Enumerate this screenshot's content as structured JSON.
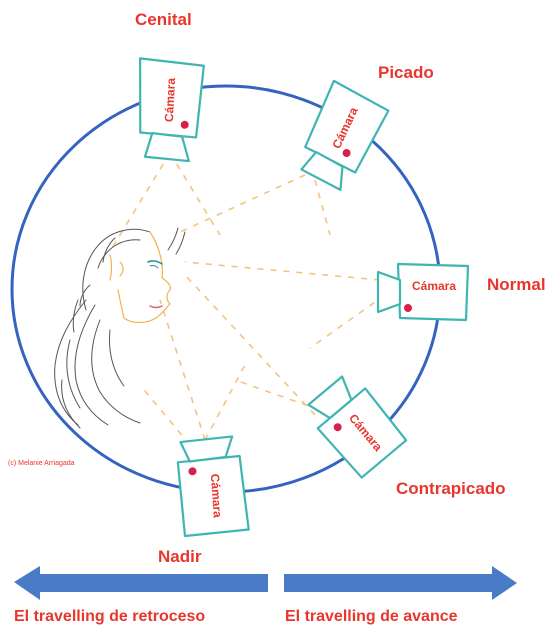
{
  "diagram": {
    "angles": {
      "cenital": "Cenital",
      "picado": "Picado",
      "normal": "Normal",
      "contrapicado": "Contrapicado",
      "nadir": "Nadir"
    },
    "camera_label": "Cámara",
    "credit": "(c) Melanie Arriagada",
    "travelling": {
      "back": "El travelling de retroceso",
      "forward": "El travelling de avance"
    },
    "colors": {
      "circle": "#3563c0",
      "camera_outline": "#3fb5b1",
      "label": "#e8362d",
      "arrow": "#4a7bc8",
      "sight_lines": "#f3c47c",
      "lens_dot": "#d8204d"
    }
  }
}
